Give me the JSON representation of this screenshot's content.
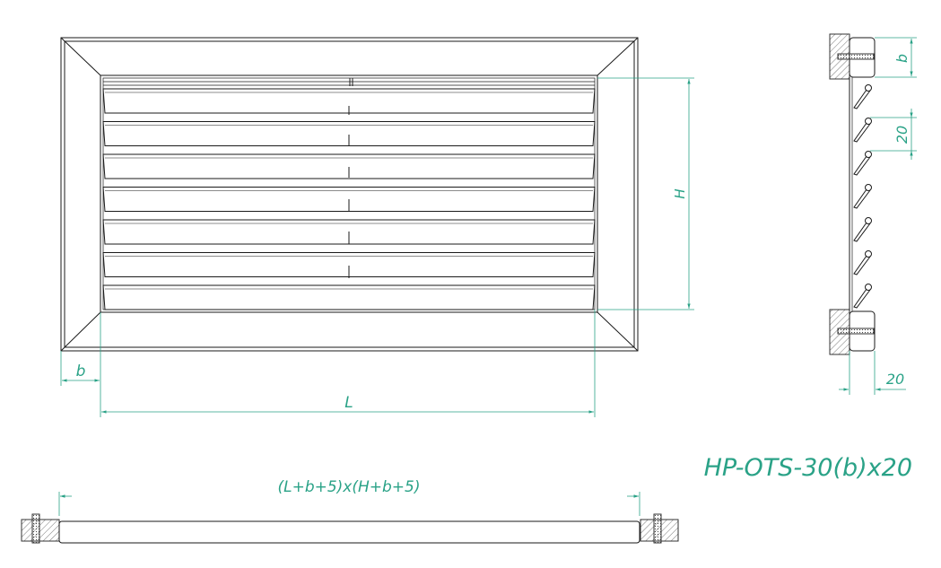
{
  "drawing": {
    "model_label": "HP-OTS-30(b)x20",
    "colors": {
      "line": "#1a1a1a",
      "dimension": "#2aa287",
      "hatch": "#555555",
      "paper": "#ffffff"
    },
    "front_view": {
      "blade_count": 7,
      "dimensions": {
        "height": "H",
        "length": "L",
        "frame_width": "b"
      }
    },
    "side_view": {
      "dimensions": {
        "frame_width": "b",
        "blade_pitch": "20",
        "depth": "20"
      }
    },
    "bottom_view": {
      "dimensions": {
        "opening": "(L+b+5)x(H+b+5)"
      }
    }
  }
}
